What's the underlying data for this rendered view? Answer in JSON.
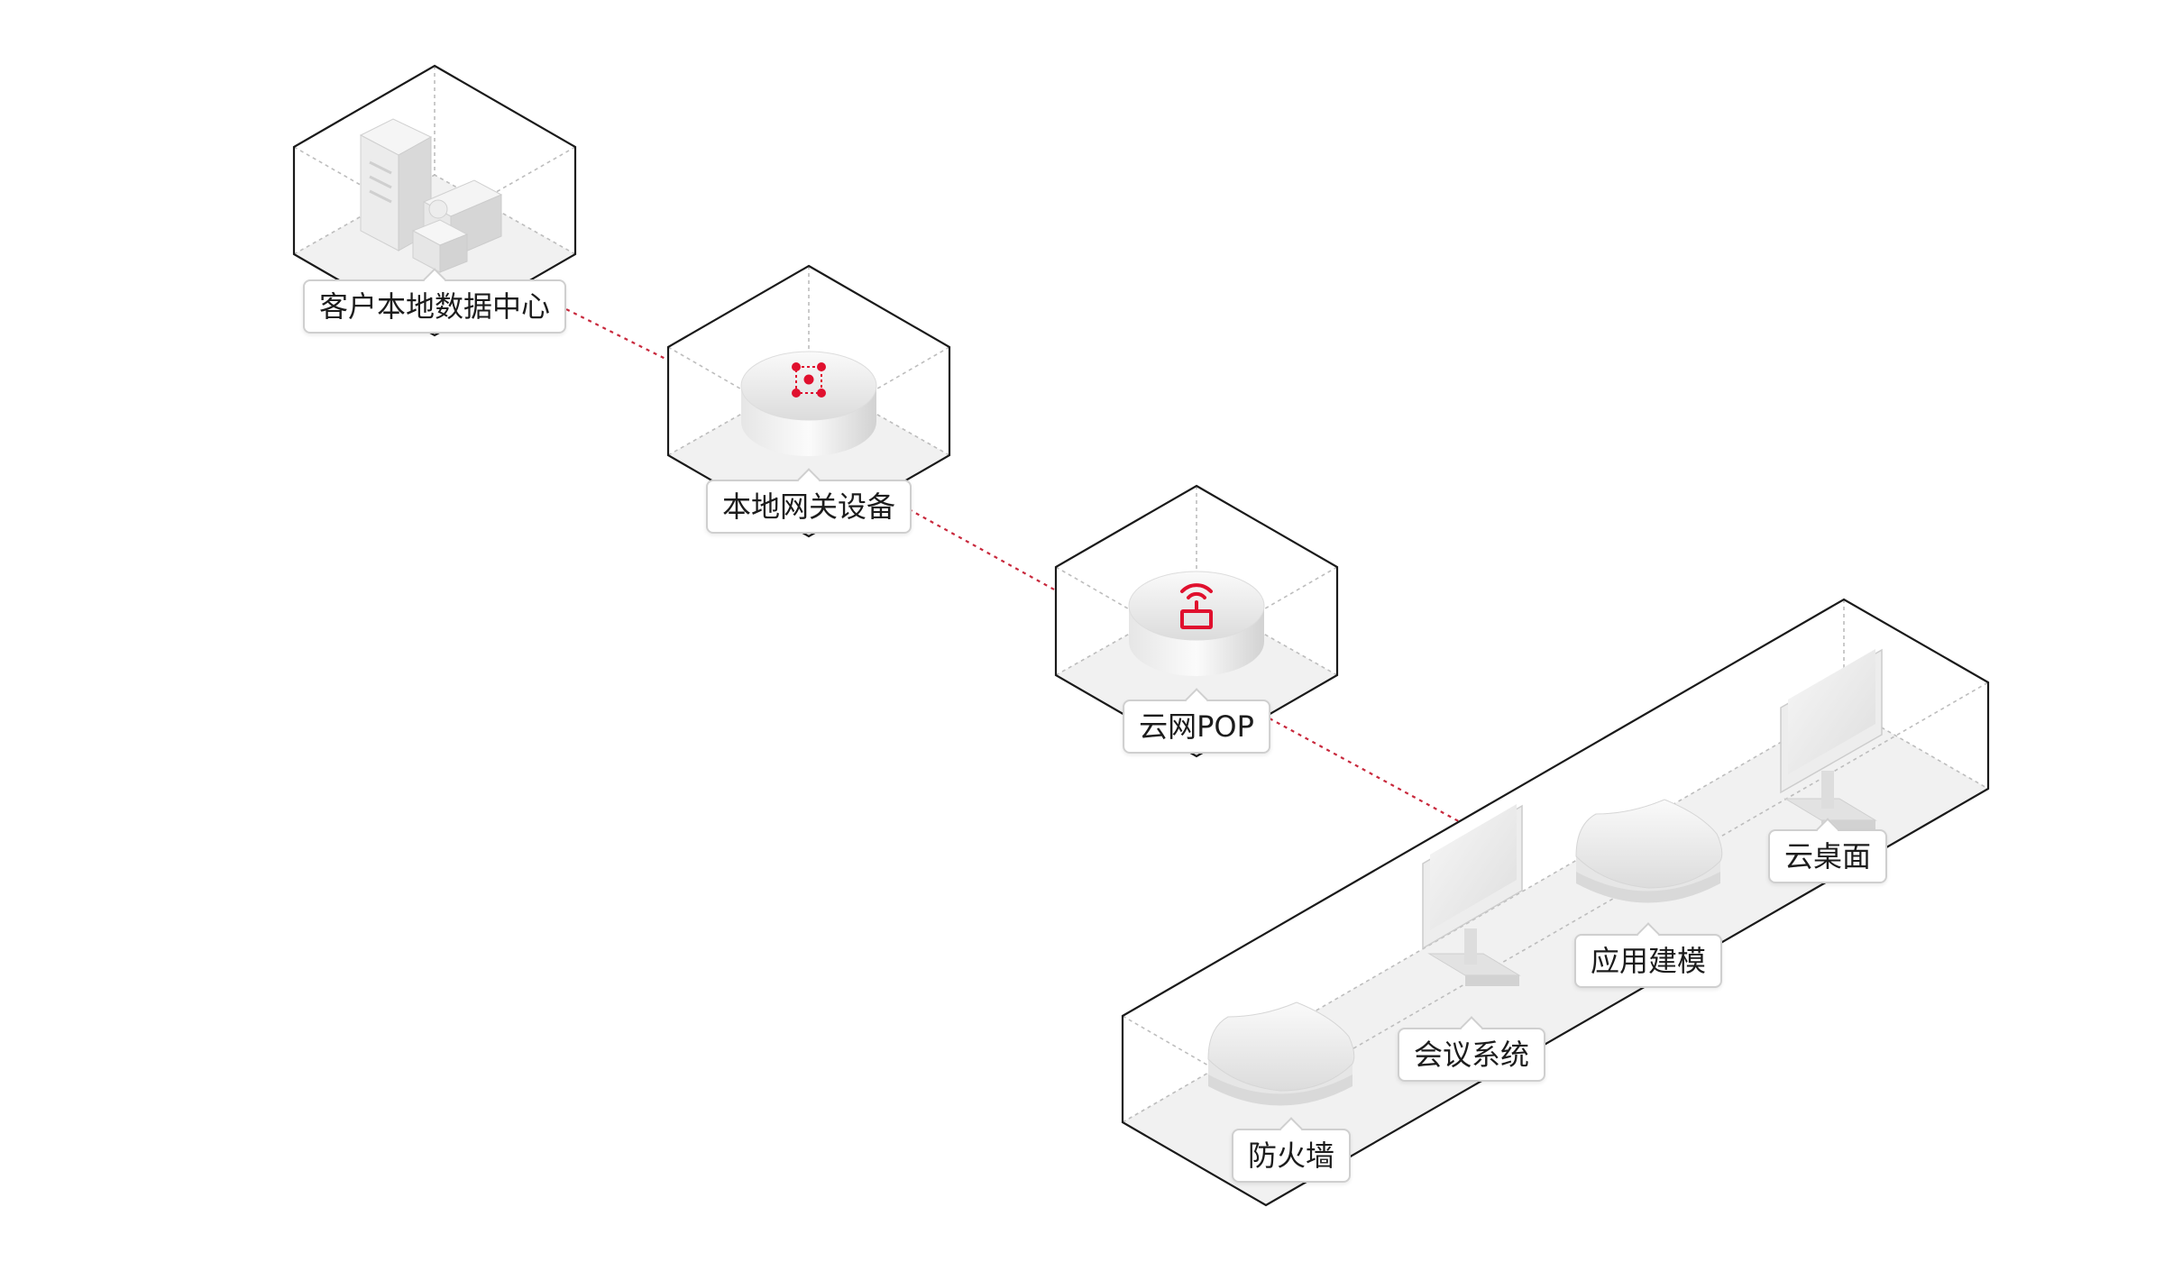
{
  "nodes": {
    "datacenter": {
      "label": "客户本地数据中心",
      "icon": "server-tower-icon"
    },
    "gateway": {
      "label": "本地网关设备",
      "icon": "gateway-icon"
    },
    "pop": {
      "label": "云网POP",
      "icon": "wifi-router-icon"
    }
  },
  "cloud_services": [
    {
      "label": "防火墙",
      "icon": "shield-icon"
    },
    {
      "label": "会议系统",
      "icon": "monitor-icon"
    },
    {
      "label": "应用建模",
      "icon": "shield-icon"
    },
    {
      "label": "云桌面",
      "icon": "monitor-icon"
    }
  ],
  "colors": {
    "accent": "#e0102e",
    "outline": "#1a1a1a",
    "connector": "#c8283c",
    "floor": "#f1f1f1"
  }
}
